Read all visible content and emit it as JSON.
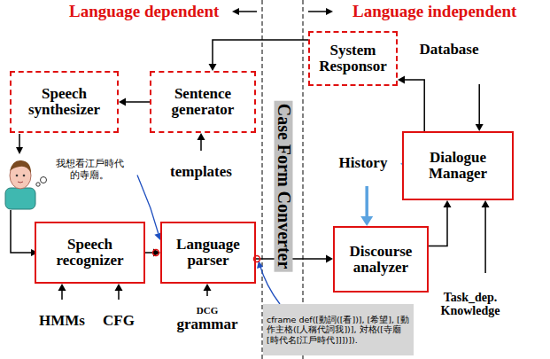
{
  "diagram": {
    "nodes": [
      {
        "text": [
          "Speech synthesizer"
        ]
      },
      {
        "text": [
          "Sentence generator"
        ]
      },
      {
        "text": [
          "templates"
        ]
      },
      {
        "text": [
          "Case Form Converter"
        ]
      },
      {
        "text": [
          "System Responsor"
        ]
      },
      {
        "text": [
          "Database"
        ]
      },
      {
        "text": [
          "History"
        ]
      },
      {
        "text": [
          "Dialogue Manager"
        ]
      },
      {
        "text": [
          "Speech recognizer"
        ]
      },
      {
        "text": [
          "Language parser"
        ]
      },
      {
        "text": [
          "Discourse analyzer"
        ]
      },
      {
        "text": [
          "Task_dep. Knowledge"
        ]
      },
      {
        "text": [
          "HMMs"
        ]
      },
      {
        "text": [
          "CFG"
        ]
      },
      {
        "text": [
          "DCG",
          "grammar"
        ]
      },
      {
        "text": [
          "我想看江戶時代的寺廟。"
        ]
      },
      {
        "text": [
          "cframe def([動詞([看])], [希望], [動作主格([人稱代詞我])], 対格([寺廟[時代名[江戶時代]]])])."
        ]
      }
    ],
    "edges": [
      {
        "from": 5,
        "to": 7,
        "arrow": "to"
      },
      {
        "from": 7,
        "to": 4,
        "arrow": "to"
      },
      {
        "from": 4,
        "to": 1,
        "arrow": "to"
      },
      {
        "from": 1,
        "to": 0,
        "arrow": "to"
      },
      {
        "from": 2,
        "to": 1,
        "arrow": "to"
      },
      {
        "from": 15,
        "to": 9,
        "arrow": "to"
      },
      {
        "from": 8,
        "to": 9,
        "arrow": "to"
      },
      {
        "from": 12,
        "to": 8,
        "arrow": "to"
      },
      {
        "from": 13,
        "to": 8,
        "arrow": "to"
      },
      {
        "from": 14,
        "to": 9,
        "arrow": "to"
      },
      {
        "from": 9,
        "to": 10,
        "arrow": "to"
      },
      {
        "from": 6,
        "to": 10,
        "arrow": "to"
      },
      {
        "from": 7,
        "to": 6,
        "arrow": "to"
      },
      {
        "from": 10,
        "to": 7,
        "arrow": "to"
      },
      {
        "from": 11,
        "to": 7,
        "arrow": "to"
      }
    ],
    "labels": [
      "Language dependent",
      "Language independent"
    ]
  }
}
